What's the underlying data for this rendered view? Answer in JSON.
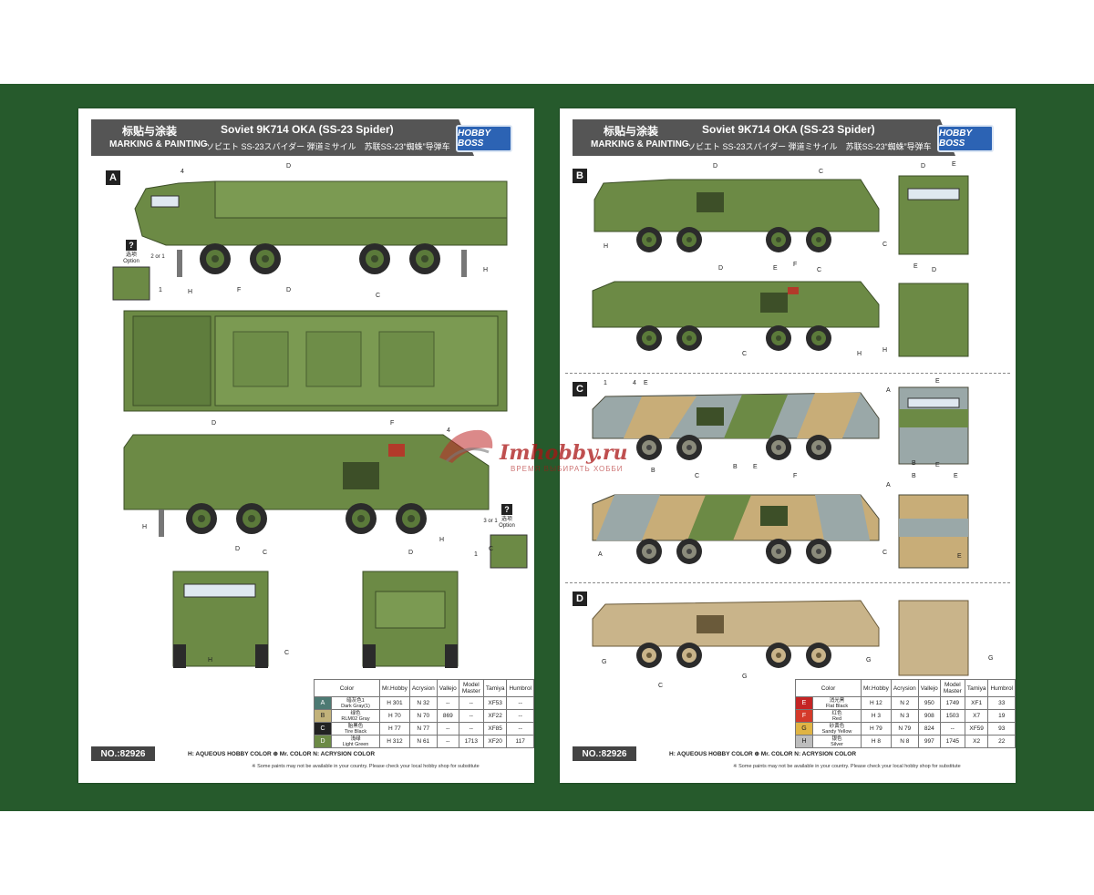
{
  "pages": [
    {
      "header": {
        "cn": "标贴与涂装",
        "en": "MARKING & PAINTING",
        "title": "Soviet 9K714 OKA (SS-23 Spider)",
        "subtitle": "ソビエト SS-23スパイダー 弾道ミサイル　苏联SS-23“蜘蛛”导弹车",
        "logo": "HOBBY BOSS"
      },
      "section": "A",
      "labels": [
        "D",
        "4",
        "H",
        "C",
        "F",
        "D",
        "1",
        "H",
        "D",
        "F",
        "4",
        "H",
        "H",
        "1",
        "D",
        "C",
        "D",
        "C",
        "H",
        "C"
      ],
      "option_labels": [
        "2 or 1",
        "选项",
        "Option",
        "3 or 1",
        "选项",
        "Option"
      ],
      "part_number": "NO.:82926",
      "table": {
        "headers": [
          "Color",
          "Mr.Hobby",
          "Acrysion",
          "Vallejo",
          "Model Master",
          "Tamiya",
          "Humbrol"
        ],
        "rows": [
          {
            "key": "A",
            "cn": "暗灰色1",
            "name": "Dark Gray(1)",
            "mrhobby": "H",
            "mrhobby_no": "301",
            "acrysion": "N",
            "acrysion_no": "32",
            "vallejo": "--",
            "model_master": "--",
            "tamiya": "XF53",
            "humbrol": "--",
            "color": "#4d7a73"
          },
          {
            "key": "B",
            "cn": "绿色",
            "name": "RLM02 Gray",
            "mrhobby": "H",
            "mrhobby_no": "70",
            "acrysion": "N",
            "acrysion_no": "70",
            "vallejo": "869",
            "model_master": "--",
            "tamiya": "XF22",
            "humbrol": "--",
            "color": "#c2b27a"
          },
          {
            "key": "C",
            "cn": "胎黑色",
            "name": "Tire Black",
            "mrhobby": "H",
            "mrhobby_no": "77",
            "acrysion": "N",
            "acrysion_no": "77",
            "vallejo": "--",
            "model_master": "--",
            "tamiya": "XF85",
            "humbrol": "--",
            "color": "#222222"
          },
          {
            "key": "D",
            "cn": "浅绿",
            "name": "Light Green",
            "mrhobby": "H",
            "mrhobby_no": "312",
            "acrysion": "N",
            "acrysion_no": "61",
            "vallejo": "--",
            "model_master": "1713",
            "tamiya": "XF20",
            "humbrol": "117",
            "color": "#6c8a45"
          }
        ]
      },
      "legend": "H: AQUEOUS HOBBY COLOR   ⊕ Mr. COLOR   N: ACRYSION COLOR",
      "note": "※ Some paints may not be available in your country. Please check your local hobby shop for substitute"
    },
    {
      "header": {
        "cn": "标贴与涂装",
        "en": "MARKING & PAINTING",
        "title": "Soviet 9K714 OKA (SS-23 Spider)",
        "subtitle": "ソビエト SS-23スパイダー 弾道ミサイル　苏联SS-23“蜘蛛”导弹车",
        "logo": "HOBBY BOSS"
      },
      "sections": [
        "B",
        "C",
        "D"
      ],
      "labels_b": [
        "D",
        "C",
        "D",
        "E",
        "H",
        "C",
        "D",
        "E",
        "F",
        "C",
        "E",
        "D",
        "C",
        "H",
        "H"
      ],
      "labels_c": [
        "1",
        "4",
        "E",
        "A",
        "E",
        "B",
        "C",
        "B",
        "E",
        "B",
        "E",
        "F",
        "A",
        "A",
        "D",
        "C",
        "B",
        "E",
        "E"
      ],
      "labels_d": [
        "G",
        "G",
        "C",
        "G",
        "G"
      ],
      "part_number": "NO.:82926",
      "table": {
        "headers": [
          "Color",
          "Mr.Hobby",
          "Acrysion",
          "Vallejo",
          "Model Master",
          "Tamiya",
          "Humbrol"
        ],
        "rows": [
          {
            "key": "E",
            "cn": "消光黑",
            "name": "Flat Black",
            "mrhobby": "H",
            "mrhobby_no": "12",
            "acrysion": "N",
            "acrysion_no": "2",
            "vallejo": "950",
            "model_master": "1749",
            "tamiya": "XF1",
            "humbrol": "33",
            "color": "#c42424"
          },
          {
            "key": "F",
            "cn": "红色",
            "name": "Red",
            "mrhobby": "H",
            "mrhobby_no": "3",
            "acrysion": "N",
            "acrysion_no": "3",
            "vallejo": "908",
            "model_master": "1503",
            "tamiya": "X7",
            "humbrol": "19",
            "color": "#d43a2a"
          },
          {
            "key": "G",
            "cn": "砂黄色",
            "name": "Sandy Yellow",
            "mrhobby": "H",
            "mrhobby_no": "79",
            "acrysion": "N",
            "acrysion_no": "79",
            "vallejo": "824",
            "model_master": "--",
            "tamiya": "XF59",
            "humbrol": "93",
            "color": "#e0b444"
          },
          {
            "key": "H",
            "cn": "银色",
            "name": "Silver",
            "mrhobby": "H",
            "mrhobby_no": "8",
            "acrysion": "N",
            "acrysion_no": "8",
            "vallejo": "997",
            "model_master": "1745",
            "tamiya": "X2",
            "humbrol": "22",
            "color": "#bdbdbd"
          }
        ]
      },
      "legend": "H: AQUEOUS HOBBY COLOR   ⊕ Mr. COLOR   N: ACRYSION COLOR",
      "note": "※ Some paints may not be available in your country. Please check your local hobby shop for substitute"
    }
  ],
  "watermark": {
    "text": "Imhobby.ru",
    "sub": "ВРЕМЯ ВЫБИРАТЬ ХОББИ"
  },
  "colors": {
    "band": "#265a2c",
    "green": "#6c8a45",
    "sand": "#c8ad78",
    "grey_camo": "#9aa8a8",
    "tan": "#c9b48a"
  }
}
